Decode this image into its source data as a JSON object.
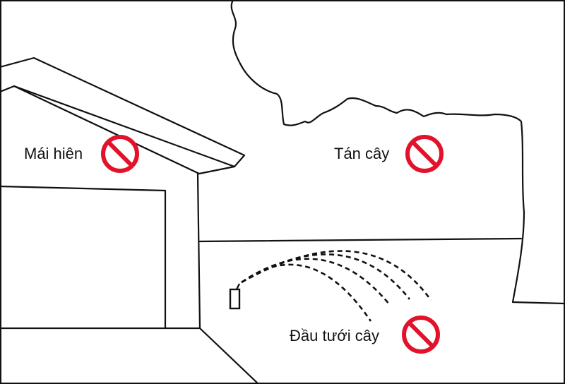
{
  "labels": {
    "eaves": "Mái hiên",
    "tree_canopy": "Tán cây",
    "sprinkler_head": "Đầu tưới cây"
  },
  "icons": {
    "prohibited": "no-entry-sign"
  },
  "colors": {
    "prohibited": "#e3122b",
    "line": "#111111"
  }
}
